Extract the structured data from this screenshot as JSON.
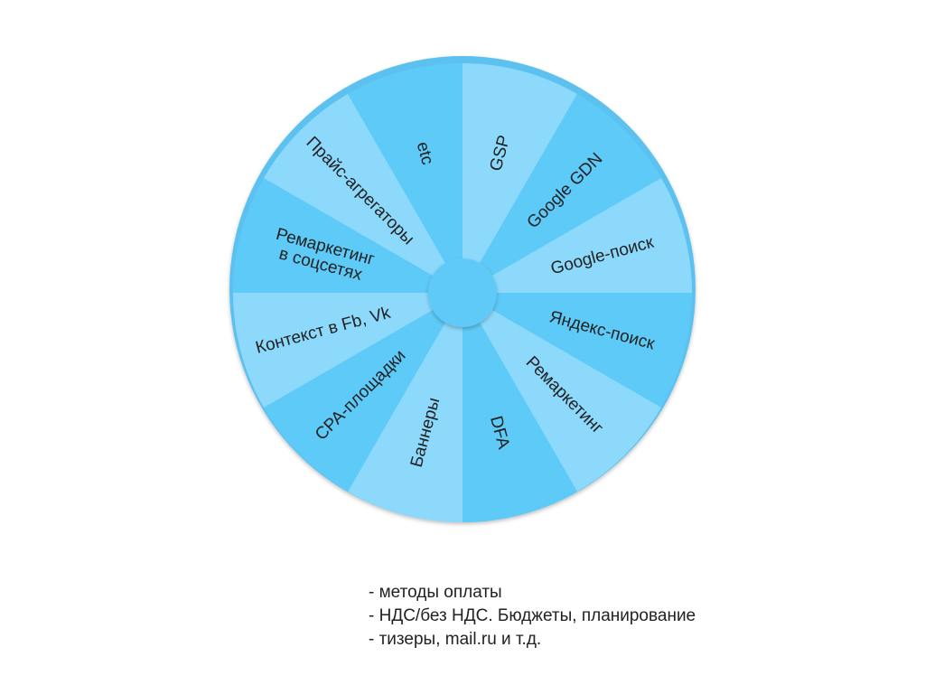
{
  "colors": {
    "outer_ring": "#5bc1ee",
    "segment_light": "#8dd9fc",
    "segment_dark": "#5ecaf8",
    "hub": "#5ecaf8",
    "text": "#222222"
  },
  "segments": [
    {
      "label": [
        "GSP"
      ]
    },
    {
      "label": [
        "Google GDN"
      ]
    },
    {
      "label": [
        "Google-поиск"
      ]
    },
    {
      "label": [
        "Яндекс-поиск"
      ]
    },
    {
      "label": [
        "Ремаркетинг"
      ]
    },
    {
      "label": [
        "DFA"
      ]
    },
    {
      "label": [
        "Баннеры"
      ]
    },
    {
      "label": [
        "CPA-площадки"
      ]
    },
    {
      "label": [
        "Контекст в Fb, Vk"
      ]
    },
    {
      "label": [
        "Ремаркетинг",
        "в соцсетях"
      ]
    },
    {
      "label": [
        "Прайс-агрегаторы"
      ]
    },
    {
      "label": [
        "etc"
      ]
    }
  ],
  "notes": [
    "- методы оплаты",
    "- НДС/без НДС. Бюджеты, планирование",
    "- тизеры, mail.ru и т.д."
  ]
}
